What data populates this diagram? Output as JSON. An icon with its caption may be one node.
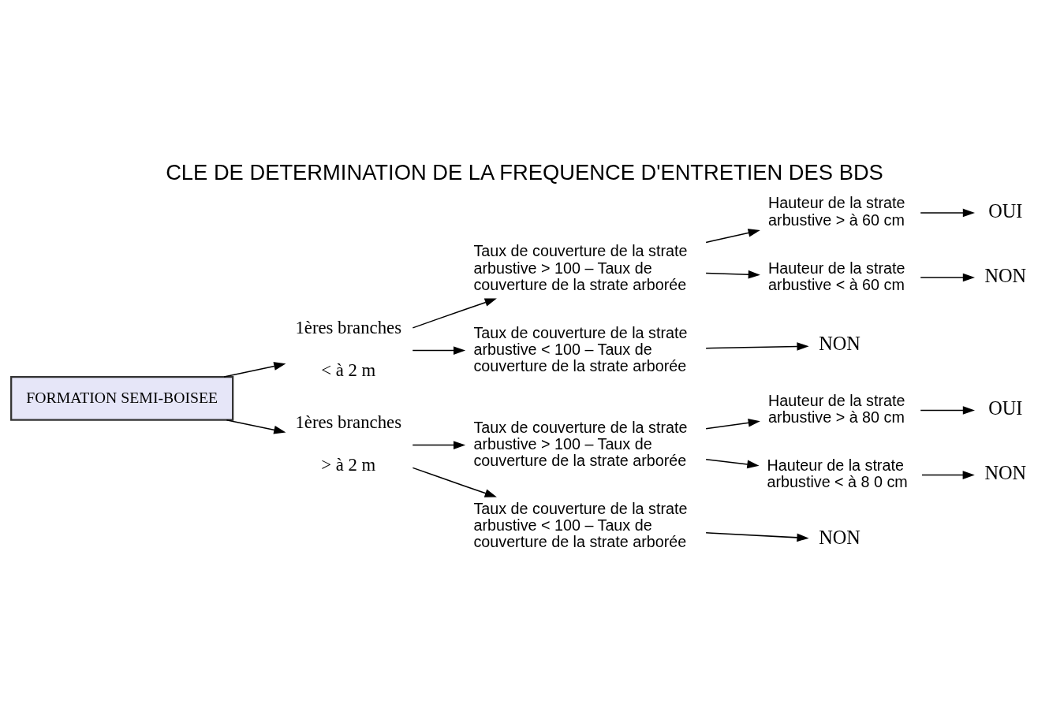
{
  "diagram": {
    "title": "CLE DE DETERMINATION DE LA FREQUENCE D'ENTRETIEN DES BDS",
    "nodes": [
      {
        "text": [
          "FORMATION SEMI-BOISEE"
        ]
      },
      {
        "text": [
          "1ères branches",
          "< à 2 m"
        ]
      },
      {
        "text": [
          "Taux de couverture de la strate arbustive > 100 – Taux de couverture de la strate arborée"
        ]
      },
      {
        "text": [
          "Hauteur de la strate arbustive > à 60 cm"
        ]
      },
      {
        "text": [
          "OUI"
        ]
      },
      {
        "text": [
          "Hauteur de la strate arbustive < à 60 cm"
        ]
      },
      {
        "text": [
          "NON"
        ]
      },
      {
        "text": [
          "Taux de couverture de la strate arbustive < 100 – Taux de couverture de la strate arborée"
        ]
      },
      {
        "text": [
          "NON"
        ]
      },
      {
        "text": [
          "1ères branches",
          "> à 2 m"
        ]
      },
      {
        "text": [
          "Taux de couverture de la strate arbustive > 100 – Taux de couverture de la strate arborée"
        ]
      },
      {
        "text": [
          "Hauteur de la strate arbustive > à 80 cm"
        ]
      },
      {
        "text": [
          "OUI"
        ]
      },
      {
        "text": [
          "Hauteur de la strate arbustive < à 8 0 cm"
        ]
      },
      {
        "text": [
          "NON"
        ]
      },
      {
        "text": [
          "Taux de couverture de la strate arbustive < 100 – Taux de couverture de la strate arborée"
        ]
      },
      {
        "text": [
          "NON"
        ]
      }
    ],
    "edges": [
      {
        "from": 0,
        "to": 1,
        "arrow": "to"
      },
      {
        "from": 1,
        "to": 2,
        "arrow": "to"
      },
      {
        "from": 2,
        "to": 3,
        "arrow": "to"
      },
      {
        "from": 3,
        "to": 4,
        "arrow": "to"
      },
      {
        "from": 2,
        "to": 5,
        "arrow": "to"
      },
      {
        "from": 5,
        "to": 6,
        "arrow": "to"
      },
      {
        "from": 1,
        "to": 7,
        "arrow": "to"
      },
      {
        "from": 7,
        "to": 8,
        "arrow": "to"
      },
      {
        "from": 0,
        "to": 9,
        "arrow": "to"
      },
      {
        "from": 9,
        "to": 10,
        "arrow": "to"
      },
      {
        "from": 10,
        "to": 11,
        "arrow": "to"
      },
      {
        "from": 11,
        "to": 12,
        "arrow": "to"
      },
      {
        "from": 10,
        "to": 13,
        "arrow": "to"
      },
      {
        "from": 13,
        "to": 14,
        "arrow": "to"
      },
      {
        "from": 9,
        "to": 15,
        "arrow": "to"
      },
      {
        "from": 15,
        "to": 16,
        "arrow": "to"
      }
    ]
  }
}
